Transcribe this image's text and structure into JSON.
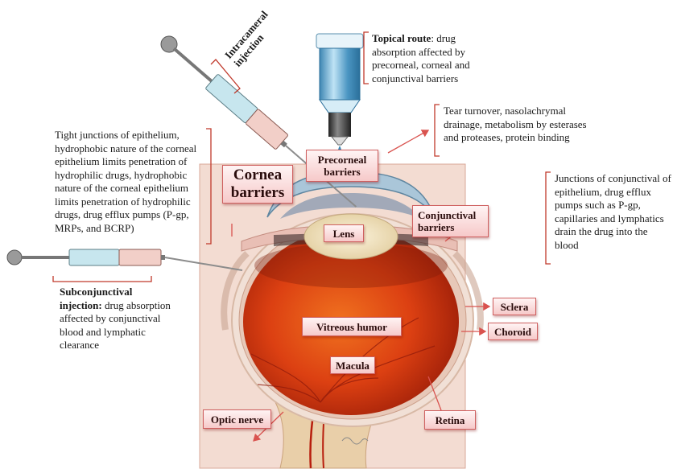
{
  "labels": {
    "precorneal": "Precorneal barriers",
    "cornea": "Cornea barriers",
    "conjunctival": "Conjunctival barriers",
    "lens": "Lens",
    "sclera": "Sclera",
    "choroid": "Choroid",
    "vitreous": "Vitreous humor",
    "macula": "Macula",
    "optic_nerve": "Optic nerve",
    "retina": "Retina",
    "intracameral": "Intracameral injection"
  },
  "notes": {
    "topical_title": "Topical route",
    "topical_body": ": drug absorption affected by precorneal, corneal and conjunctival barriers",
    "tear": "Tear turnover, nasolachrymal drainage, metabolism by esterases and proteases, protein binding",
    "cornea": "Tight junctions of epithelium, hydrophobic nature of the corneal epithelium limits penetration of hydrophilic drugs, hydrophobic nature of the corneal epithelium limits penetration of hydrophilic drugs, drug efflux pumps (P-gp, MRPs, and BCRP)",
    "conjunctival": "Junctions of conjunctival of epithelium, drug efflux pumps such as P-gp, capillaries  and lymphatics drain the drug into the blood",
    "subconj_title": "Subconjunctival injection:",
    "subconj_body": " drug absorption affected by conjunctival blood and lymphatic clearance"
  },
  "colors": {
    "box_border": "#cf6060",
    "bracket": "#c0392b",
    "arrow": "#d9534f",
    "eyeball": "#d63a16",
    "panel": "#f3dcd2"
  },
  "icons": [
    "eye-drop-bottle-icon",
    "syringe-icon"
  ]
}
